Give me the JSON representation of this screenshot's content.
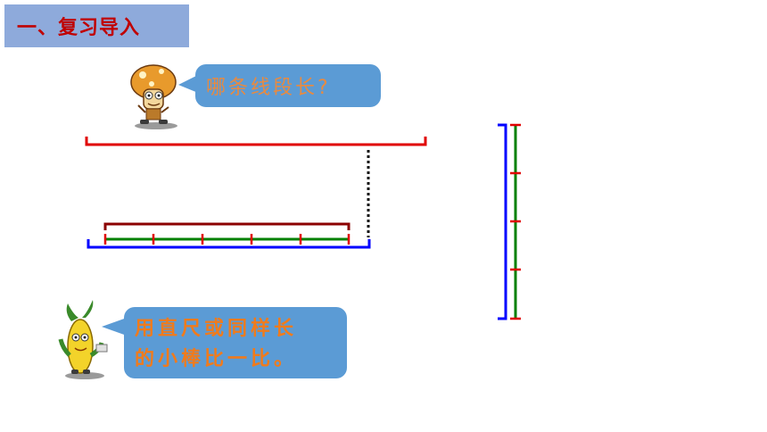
{
  "header": {
    "title": "一、复习导入"
  },
  "question_bubble": {
    "text": "哪条线段长?"
  },
  "hint_bubble": {
    "line1": "用直尺或同样长",
    "line2": "的小棒比一比。"
  },
  "colors": {
    "title_bg": "#8eaadb",
    "title_text": "#c00000",
    "bubble_bg": "#5b9bd5",
    "bubble_text": "#f07b1c",
    "red_segment": "#e00000",
    "blue_segment": "#0000ff",
    "green_segment": "#008000",
    "dark_red_segment": "#8b0000"
  },
  "icons": {
    "top_character": "mushroom-character-icon",
    "bottom_character": "corn-character-icon"
  }
}
